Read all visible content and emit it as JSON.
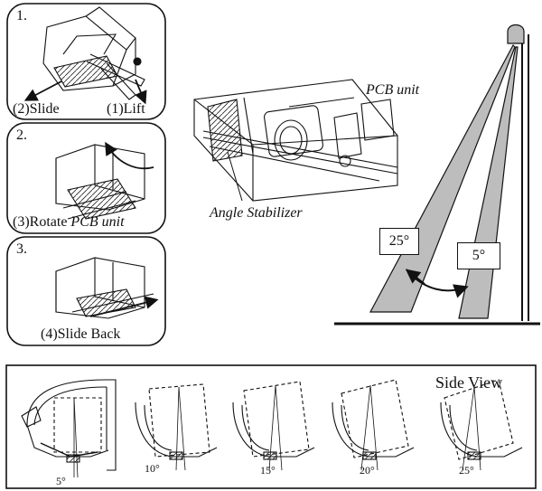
{
  "steps": [
    {
      "number": "1.",
      "captions": [
        "(2)Slide",
        "(1)Lift"
      ]
    },
    {
      "number": "2.",
      "caption_prefix": "(3)Rotate ",
      "caption_em": "PCB unit"
    },
    {
      "number": "3.",
      "caption": "(4)Slide Back"
    }
  ],
  "unit_labels": {
    "pcb": "PCB unit",
    "stabilizer": "Angle Stabilizer"
  },
  "beam": {
    "angle_a": "25°",
    "angle_b": "5°"
  },
  "side_view": {
    "title": "Side View",
    "angles": [
      "5°",
      "10°",
      "15°",
      "20°",
      "25°"
    ]
  }
}
